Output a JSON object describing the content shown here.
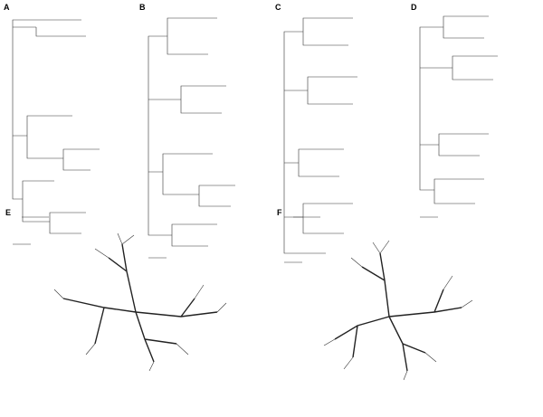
{
  "panels": {
    "a": {
      "letter": "A"
    },
    "b": {
      "letter": "B"
    },
    "c": {
      "letter": "C"
    },
    "d": {
      "letter": "D"
    },
    "e": {
      "letter": "E"
    },
    "f": {
      "letter": "F"
    }
  }
}
